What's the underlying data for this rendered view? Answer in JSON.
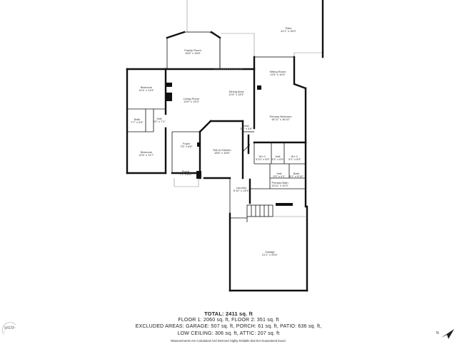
{
  "rooms": {
    "patio": {
      "name": "Patio",
      "dims": "41'1\" x 16'0\""
    },
    "family_room": {
      "name": "Family Room",
      "dims": "15'8\" x 16'8\""
    },
    "sitting_room": {
      "name": "Sitting Room",
      "dims": "11'6\" x 10'4\""
    },
    "bedroom_1": {
      "name": "Bedroom",
      "dims": "11'4\" x 11'5\""
    },
    "dining_area": {
      "name": "Dining Area",
      "dims": "11'5\" x 13'3\""
    },
    "living_room": {
      "name": "Living Room",
      "dims": "13'9\" x 19'3\""
    },
    "primary_bedroom": {
      "name": "Primary Bedroom",
      "dims": "15'11\" x 16'10\""
    },
    "bath_1": {
      "name": "Bath",
      "dims": "7'7\" x 5'5\""
    },
    "hall_1": {
      "name": "Hall",
      "dims": "3'0\" x 7'1\""
    },
    "hall_2": {
      "name": "Hall",
      "dims": "3'6\" x 5'8\""
    },
    "foyer": {
      "name": "Foyer",
      "dims": "7'5\" x 6'6\""
    },
    "eat_in_kitchen": {
      "name": "Eat-In Kitchen",
      "dims": "18'8\" x 16'8\""
    },
    "wic_1": {
      "name": "W.I.C.",
      "dims": "5'10\" x 6'5\""
    },
    "hall_3": {
      "name": "Hall",
      "dims": "3'3\" x 6'5\""
    },
    "wic_2": {
      "name": "W.I.C.",
      "dims": "6'1\" x 6'5\""
    },
    "bedroom_2": {
      "name": "Bedroom",
      "dims": "11'6\" x 11'7\""
    },
    "hall_4": {
      "name": "Hall",
      "dims": "3'3\" x 4'1\""
    },
    "bath_2": {
      "name": "Bath",
      "dims": "5'1\" x 5'10\""
    },
    "primary_bath": {
      "name": "Primary Bath",
      "dims": "13'11\" x 10'3\""
    },
    "porch": {
      "name": "Porch",
      "dims": "7'1\" x 8'5\""
    },
    "laundry": {
      "name": "Laundry",
      "dims": "6'10\" x 14'4\""
    },
    "garage": {
      "name": "Garage",
      "dims": "21'1\" x 25'4\""
    }
  },
  "summary": {
    "total": "TOTAL: 2411 sq. ft",
    "line1": "FLOOR 1: 2060 sq. ft, FLOOR 2: 351 sq. ft",
    "line2": "EXCLUDED AREAS: GARAGE: 507 sq. ft, PORCH: 61 sq. ft, PATIO: 636 sq. ft,",
    "line3": "LOW CEILING: 306 sq. ft, ATTIC: 207 sq. ft"
  },
  "disclaimer": "Measurements Are Calculated And Deemed Highly Reliable But Not Guaranteed Exact.",
  "logo": {
    "text": "WEM",
    "icon": "wem-logo-icon"
  },
  "compass": {
    "label": "N",
    "icon": "north-arrow-icon"
  }
}
